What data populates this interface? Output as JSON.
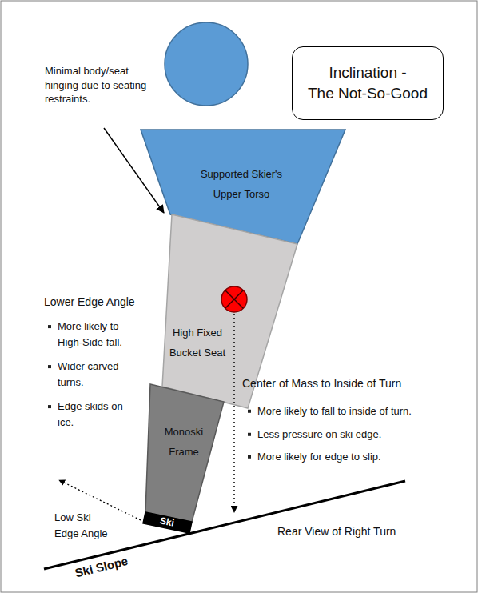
{
  "diagram": {
    "title": "Inclination - The Not-So-Good",
    "nodes": [
      {
        "text": [
          "Supported Skier's Upper Torso"
        ]
      },
      {
        "text": [
          "High Fixed Bucket Seat"
        ]
      },
      {
        "text": [
          "Monoski Frame"
        ]
      },
      {
        "text": [
          "Ski"
        ]
      }
    ],
    "labels": [
      "Minimal body/seat hinging due to seating restraints.",
      "Lower Edge Angle",
      "More likely to High-Side fall.",
      "Wider carved turns.",
      "Edge skids on ice.",
      "Center of Mass to Inside of Turn",
      "More likely to fall to inside of turn.",
      "Less pressure on ski edge.",
      "More likely for edge to slip.",
      "Low Ski Edge Angle",
      "Rear View of Right Turn",
      "Ski Slope"
    ]
  }
}
